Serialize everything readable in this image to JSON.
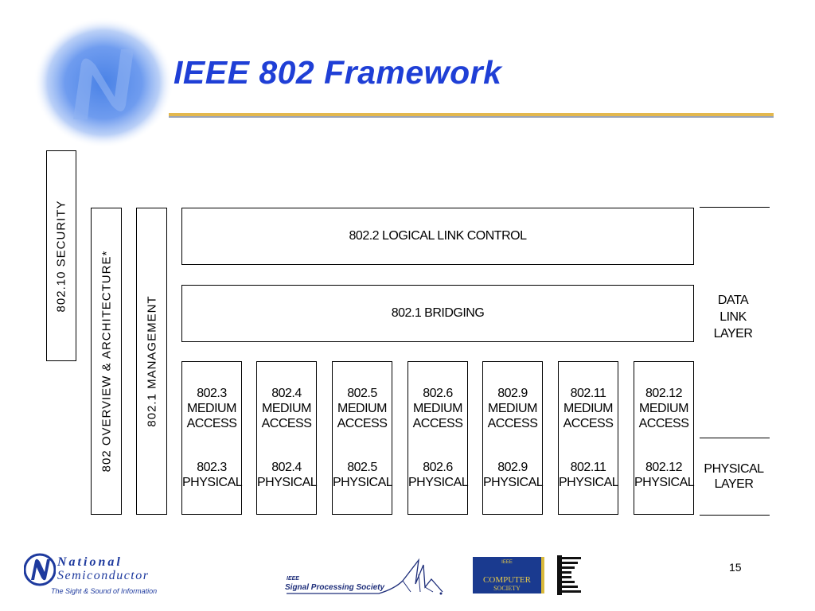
{
  "slide": {
    "title": "IEEE 802 Framework",
    "page_number": "15"
  },
  "diagram": {
    "security": "802.10 SECURITY",
    "overview": "802 OVERVIEW & ARCHITECTURE*",
    "management": "802.1 MANAGEMENT",
    "llc": "802.2 LOGICAL LINK CONTROL",
    "bridging": "802.1 BRIDGING",
    "columns": [
      {
        "mac": [
          "802.3",
          "MEDIUM",
          "ACCESS"
        ],
        "phy": [
          "802.3",
          "PHYSICAL"
        ]
      },
      {
        "mac": [
          "802.4",
          "MEDIUM",
          "ACCESS"
        ],
        "phy": [
          "802.4",
          "PHYSICAL"
        ]
      },
      {
        "mac": [
          "802.5",
          "MEDIUM",
          "ACCESS"
        ],
        "phy": [
          "802.5",
          "PHYSICAL"
        ]
      },
      {
        "mac": [
          "802.6",
          "MEDIUM",
          "ACCESS"
        ],
        "phy": [
          "802.6",
          "PHYSICAL"
        ]
      },
      {
        "mac": [
          "802.9",
          "MEDIUM",
          "ACCESS"
        ],
        "phy": [
          "802.9",
          "PHYSICAL"
        ]
      },
      {
        "mac": [
          "802.11",
          "MEDIUM",
          "ACCESS"
        ],
        "phy": [
          "802.11",
          "PHYSICAL"
        ]
      },
      {
        "mac": [
          "802.12",
          "MEDIUM",
          "ACCESS"
        ],
        "phy": [
          "802.12",
          "PHYSICAL"
        ]
      }
    ],
    "data_link_layer": [
      "DATA",
      "LINK",
      "LAYER"
    ],
    "physical_layer": [
      "PHYSICAL",
      "LAYER"
    ]
  },
  "footer": {
    "national_line1": "National",
    "national_line2": "Semiconductor",
    "national_tagline": "The Sight & Sound of Information",
    "sps_ieee": "IEEE",
    "sps_name": "Signal Processing Society",
    "cs_ieee": "IEEE",
    "cs_line1": "COMPUTER",
    "cs_line2": "SOCIETY"
  },
  "colors": {
    "title": "#1f3fd6",
    "rule": "#e3b84e",
    "brand_blue": "#1e3a9e"
  }
}
